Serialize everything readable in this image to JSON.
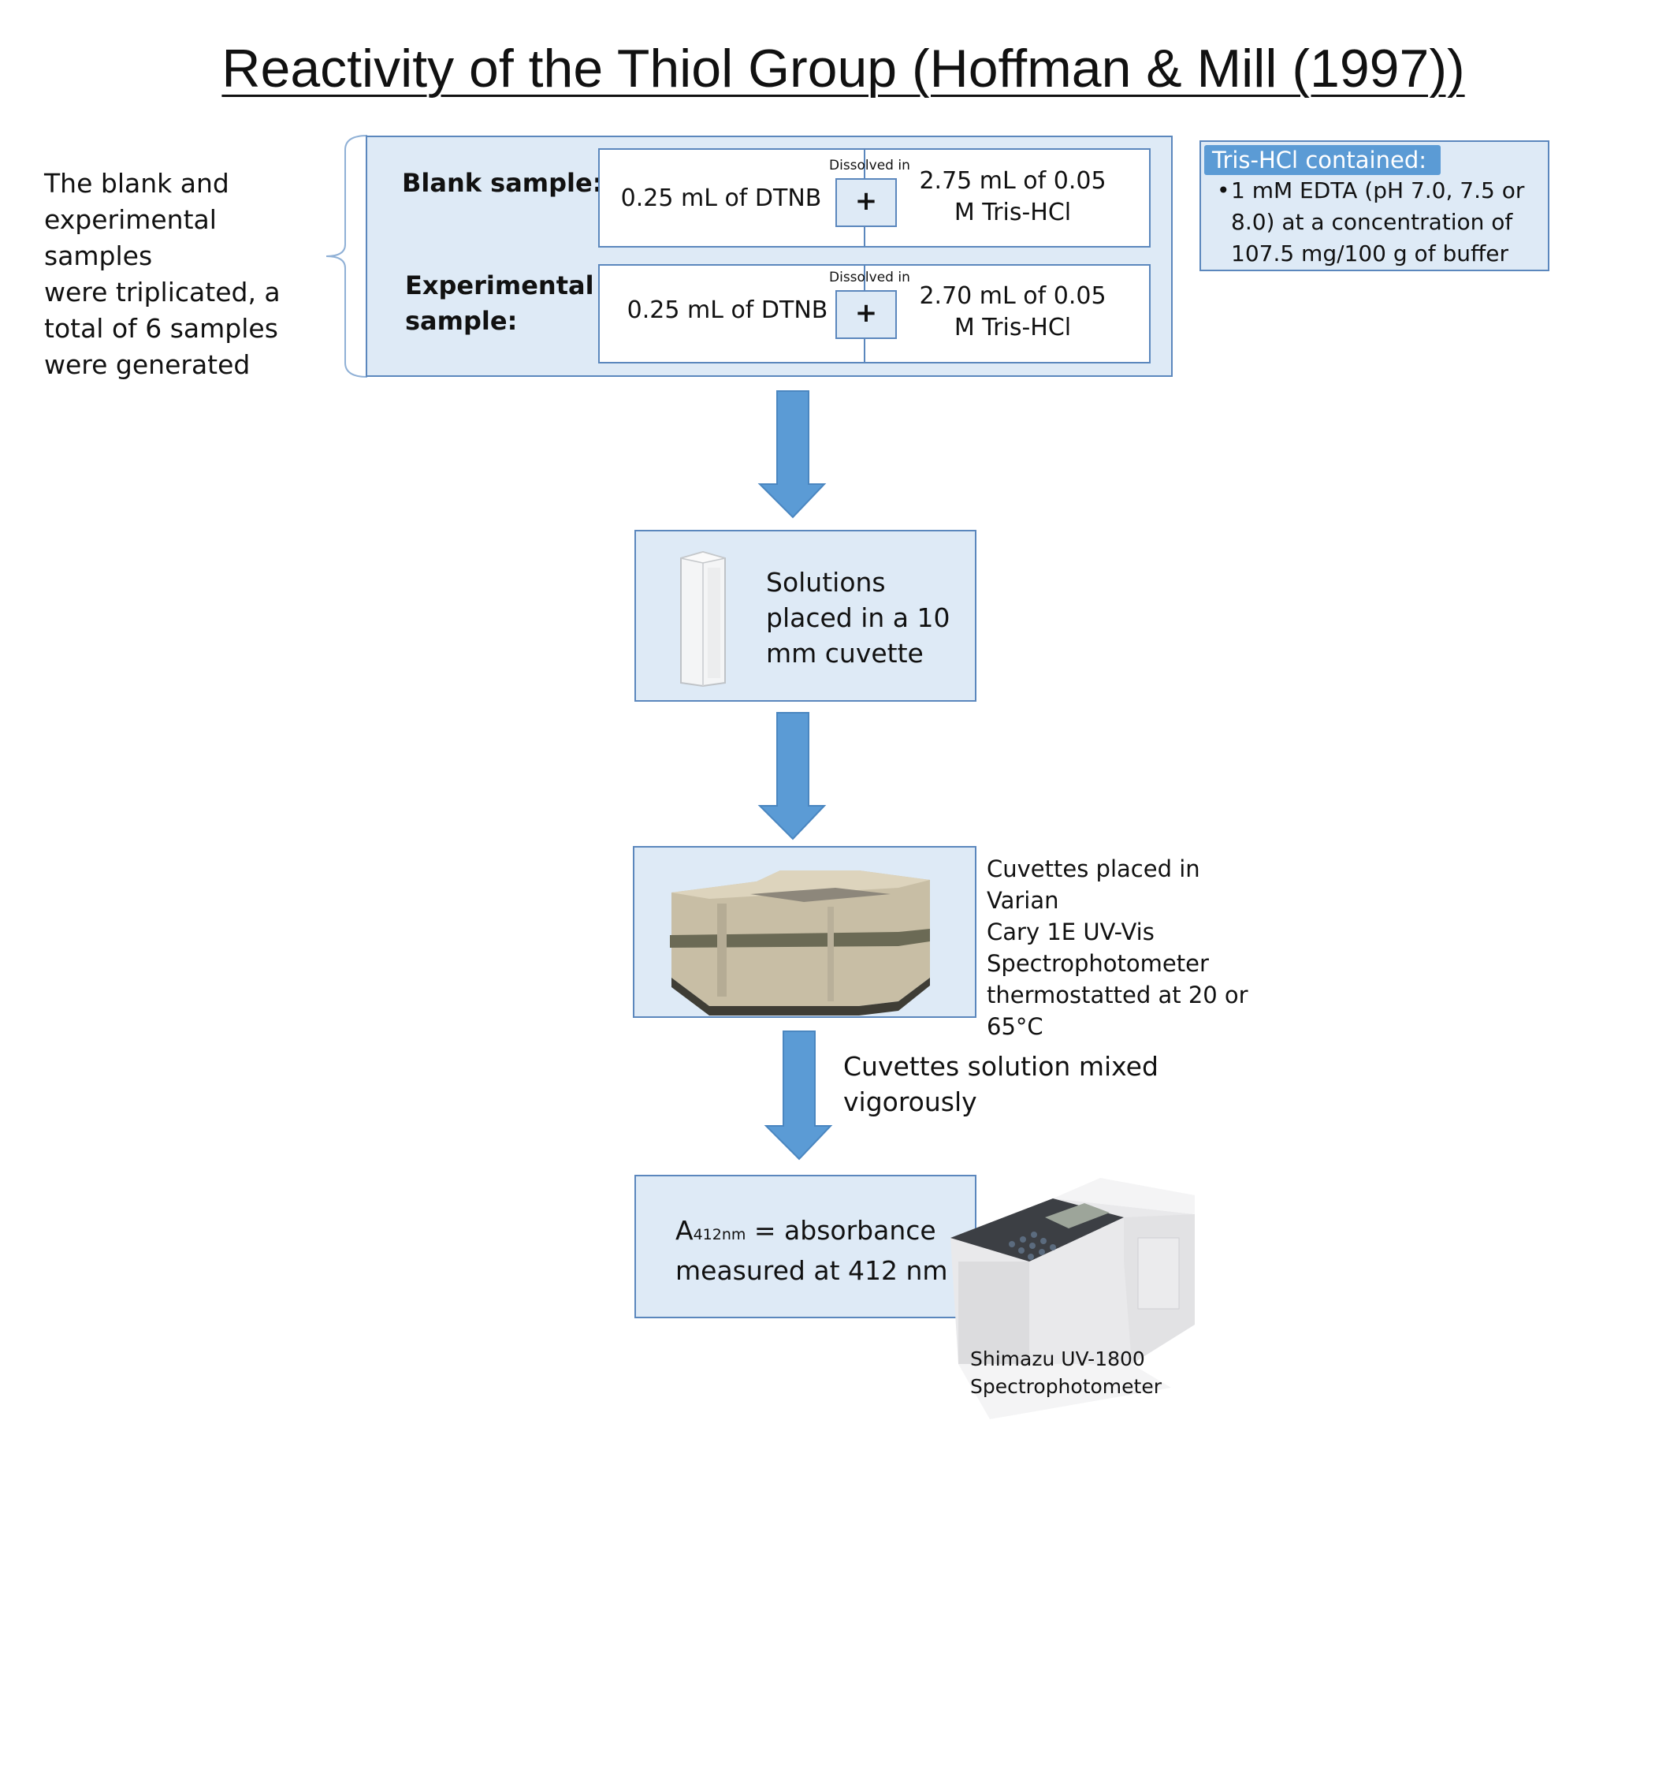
{
  "title": "Reactivity of the Thiol Group (Hoffman & Mill (1997))",
  "side_note": [
    "The blank and",
    "experimental samples",
    "were triplicated, a",
    "total of 6 samples",
    "were generated"
  ],
  "blank": {
    "label": "Blank sample:",
    "reagent": "0.25 mL of DTNB",
    "connector": "Dissolved in",
    "operator": "+",
    "buffer": [
      "2.75 mL of 0.05",
      "M Tris-HCl"
    ]
  },
  "experimental": {
    "label": [
      "Experimental",
      "sample:"
    ],
    "reagent": "0.25 mL of DTNB",
    "connector": "Dissolved in",
    "operator": "+",
    "buffer": [
      "2.70 mL of 0.05",
      "M Tris-HCl"
    ]
  },
  "tris_info": {
    "header": "Tris-HCl contained:",
    "bullet": "•",
    "lines": [
      "1 mM EDTA (pH 7.0, 7.5 or",
      "8.0) at a concentration of",
      "107.5 mg/100 g of buffer"
    ]
  },
  "step_cuvette": {
    "lines": [
      "Solutions",
      "placed in a 10",
      "mm cuvette"
    ]
  },
  "step_varian": {
    "lines": [
      "Cuvettes placed in Varian",
      "Cary 1E UV-Vis",
      "Spectrophotometer",
      "thermostatted at 20 or",
      "65°C"
    ]
  },
  "step_mix": {
    "lines": [
      "Cuvettes solution mixed",
      "vigorously"
    ]
  },
  "step_measure": {
    "symbol": "A",
    "subscript": "412nm",
    "rest": " = absorbance",
    "line2": "measured at 412 nm"
  },
  "shimadzu": {
    "lines": [
      "Shimazu UV-1800",
      "Spectrophotometer"
    ]
  },
  "colors": {
    "arrow": "#5b9bd5",
    "box_fill": "#deeaf6",
    "box_border": "#5b87bd",
    "tag_fill": "#5b9bd5"
  }
}
